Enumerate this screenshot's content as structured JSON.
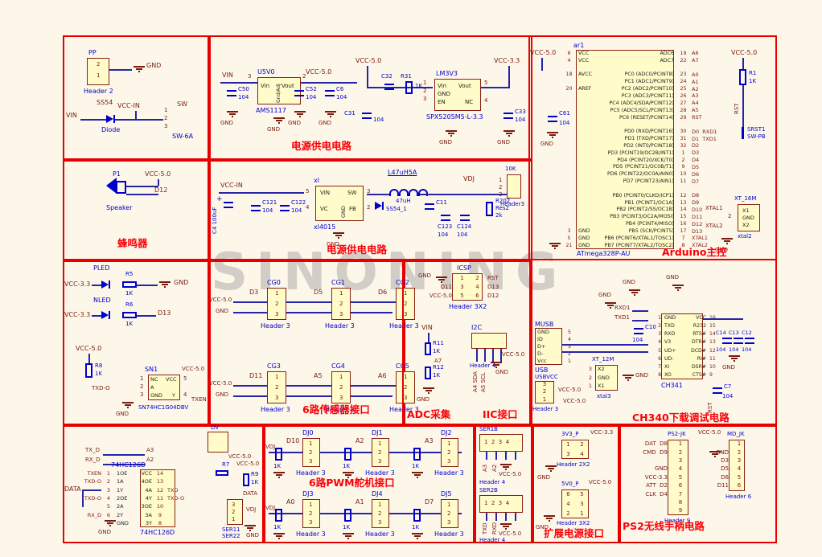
{
  "watermark": "SINONING",
  "shared": {
    "gnd": "GND",
    "vcc5": "VCC-5.0",
    "vcc33": "VCC-3.3",
    "vccin": "VCC-IN",
    "v104": "104",
    "k1": "1K",
    "header3": "Header 3",
    "p1": "1",
    "p2": "2",
    "p3": "3"
  },
  "power_in": {
    "ref": "PP",
    "p2": "2",
    "p1": "1",
    "foot": "Header 2",
    "diode_ref": "SS54",
    "diode_name": "Diode",
    "vin": "VIN",
    "sw": "SW",
    "sw1": "1",
    "sw2": "2",
    "sw3": "3",
    "sw_name": "SW-6A"
  },
  "power1": {
    "cap": "电源供电电路",
    "vin": "VIN",
    "u_ref": "U5V0",
    "pin3": "3",
    "pin2": "2",
    "u_vin": "Vin",
    "u_vout": "Vout",
    "u_adj": "Gnd/Adj",
    "u_part": "AMS1117",
    "c50": "C50",
    "c52": "C52",
    "c6": "C6",
    "lm_ref": "LM3V3",
    "lm_part": "SPX5205M5-L-3.3",
    "c31": "C31",
    "c32": "C32",
    "r31": "R31",
    "c33": "C33",
    "lm_rows": [
      {
        "lp": "1",
        "l": "Vin",
        "r": "Vout",
        "rp": "5"
      },
      {
        "lp": "2",
        "l": "GND",
        "r": "",
        "rp": ""
      },
      {
        "lp": "3",
        "l": "EN",
        "r": "NC",
        "rp": "4"
      }
    ]
  },
  "arduino": {
    "cap": "Arduino主控",
    "ref": "ar1",
    "part": "ATmega328P-AU",
    "c61": "C61",
    "r1": "R1",
    "rst": "RST",
    "srst": "SRST1",
    "swpb": "SW-PB",
    "xt_ref": "XT_16M",
    "xt_part": "xtal2",
    "xtal1": "XTAL1",
    "xtal2": "XTAL2",
    "xpin": "2",
    "xrows": [
      {
        "l": "X1"
      },
      {
        "l": "GND"
      },
      {
        "l": "X2"
      }
    ],
    "rows": [
      {
        "lp": "6",
        "l": "VCC",
        "r": "ADC6",
        "rp": "19",
        "rn": "A6"
      },
      {
        "lp": "4",
        "l": "VCC",
        "r": "ADC7",
        "rp": "22",
        "rn": "A7"
      },
      {
        "lp": "",
        "l": "",
        "r": "",
        "rp": "",
        "rn": ""
      },
      {
        "lp": "18",
        "l": "AVCC",
        "r": "PC0 (ADC0/PCINT8)",
        "rp": "23",
        "rn": "A0"
      },
      {
        "lp": "",
        "l": "",
        "r": "PC1 (ADC1/PCINT9)",
        "rp": "24",
        "rn": "A1"
      },
      {
        "lp": "20",
        "l": "AREF",
        "r": "PC2 (ADC2/PCINT10)",
        "rp": "25",
        "rn": "A2"
      },
      {
        "lp": "",
        "l": "",
        "r": "PC3 (ADC3/PCINT11)",
        "rp": "26",
        "rn": "A3"
      },
      {
        "lp": "",
        "l": "",
        "r": "PC4 (ADC4/SDA/PCINT12)",
        "rp": "27",
        "rn": "A4"
      },
      {
        "lp": "",
        "l": "",
        "r": "PC5 (ADC5/SCL/PCINT13)",
        "rp": "28",
        "rn": "A5"
      },
      {
        "lp": "",
        "l": "",
        "r": "PC6 (RESET/PCINT14)",
        "rp": "29",
        "rn": "RST"
      },
      {
        "lp": "",
        "l": "",
        "r": "",
        "rp": "",
        "rn": ""
      },
      {
        "lp": "",
        "l": "",
        "r": "PD0 (RXD/PCINT16)",
        "rp": "30",
        "rn": "D0  RXD1"
      },
      {
        "lp": "",
        "l": "",
        "r": "PD1 (TXD/PCINT17)",
        "rp": "31",
        "rn": "D1  TXD1"
      },
      {
        "lp": "",
        "l": "",
        "r": "PD2 (INT0/PCINT18)",
        "rp": "32",
        "rn": "D2"
      },
      {
        "lp": "",
        "l": "",
        "r": "PD3 (PCINT19/OC2B/INT1)",
        "rp": "1",
        "rn": "D3"
      },
      {
        "lp": "",
        "l": "",
        "r": "PD4 (PCINT20/XCK/T0)",
        "rp": "2",
        "rn": "D4"
      },
      {
        "lp": "",
        "l": "",
        "r": "PD5 (PCINT21/OC0B/T1)",
        "rp": "9",
        "rn": "D5"
      },
      {
        "lp": "",
        "l": "",
        "r": "PD6 (PCINT22/OC0A/AIN0)",
        "rp": "10",
        "rn": "D6"
      },
      {
        "lp": "",
        "l": "",
        "r": "PD7 (PCINT23/AIN1)",
        "rp": "11",
        "rn": "D7"
      },
      {
        "lp": "",
        "l": "",
        "r": "",
        "rp": "",
        "rn": ""
      },
      {
        "lp": "",
        "l": "",
        "r": "PB0 (PCINT0/CLKO/ICP1)",
        "rp": "12",
        "rn": "D8"
      },
      {
        "lp": "",
        "l": "",
        "r": "PB1 (PCINT1/OC1A)",
        "rp": "13",
        "rn": "D9"
      },
      {
        "lp": "",
        "l": "",
        "r": "PB2 (PCINT2/SS/OC1B)",
        "rp": "14",
        "rn": "D10"
      },
      {
        "lp": "",
        "l": "",
        "r": "PB3 (PCINT3/OC2A/MOSI)",
        "rp": "15",
        "rn": "D11"
      },
      {
        "lp": "",
        "l": "",
        "r": "PB4 (PCINT4/MISO)",
        "rp": "16",
        "rn": "D12"
      },
      {
        "lp": "3",
        "l": "GND",
        "r": "PB5 (SCK/PCINT5)",
        "rp": "17",
        "rn": "D13"
      },
      {
        "lp": "5",
        "l": "GND",
        "r": "PB6 (PCINT6/XTAL1/TOSC1)",
        "rp": "7",
        "rn": "XTAL1"
      },
      {
        "lp": "21",
        "l": "GND",
        "r": "PB7 (PCINT7/XTAL2/TOSC2)",
        "rp": "8",
        "rn": "XTAL2"
      }
    ]
  },
  "buzzer": {
    "cap": "蜂鸣器",
    "ref": "P1",
    "name": "Speaker",
    "d12": "D12"
  },
  "power2": {
    "cap": "电源供电电路",
    "c4": "C4 100uF",
    "c121": "C121",
    "c122": "C122",
    "u_ref": "xl",
    "u_part": "xl4015",
    "u_gnd": "GND",
    "rows": [
      {
        "lp": "5",
        "l": "VIN",
        "r": "SW",
        "rp": "3"
      },
      {
        "lp": "4",
        "l": "VC",
        "r": "FB",
        "rp": "2"
      }
    ],
    "l_ref": "L47uH5A",
    "l_val": "47uH",
    "d_ref": "SS54_1",
    "c11": "C11",
    "c123": "C123",
    "c124": "C124",
    "r202": "R202",
    "res2": "Res2",
    "r202v": "2k",
    "vdj": "VDJ",
    "hdr_ref": "10K",
    "hdr_foot": "Header3"
  },
  "led": {
    "pled": "PLED",
    "nled": "NLED",
    "r5": "R5",
    "r6": "R6",
    "d13": "D13",
    "r8": "R8",
    "txdo": "TXD-O",
    "txen": "TXEN",
    "sn_ref": "SN1",
    "sn_part": "SN74HC1G04DBV",
    "rows": [
      {
        "lp": "1",
        "l": "NC",
        "r": "VCC",
        "rp": "5"
      },
      {
        "lp": "2",
        "l": "A",
        "r": "",
        "rp": ""
      },
      {
        "lp": "3",
        "l": "GND",
        "r": "Y",
        "rp": "4"
      }
    ]
  },
  "sensor": {
    "cap": "6路传感器接口",
    "row1": [
      {
        "net": "D3",
        "ref": "CG0"
      },
      {
        "net": "D5",
        "ref": "CG1"
      },
      {
        "net": "D6",
        "ref": "CG2"
      }
    ],
    "row2": [
      {
        "net": "D11",
        "ref": "CG3"
      },
      {
        "net": "A5",
        "ref": "CG4"
      },
      {
        "net": "A6",
        "ref": "CG5"
      }
    ]
  },
  "adciic": {
    "adc_cap": "ADC采集",
    "iic_cap": "IIC接口",
    "icsp_ref": "ICSP",
    "icsp_foot": "Header 3X2",
    "icsp_rows": [
      {
        "ln": "",
        "a": "1",
        "b": "2",
        "rn": "RST"
      },
      {
        "ln": "D11",
        "a": "3",
        "b": "4",
        "rn": "D13"
      },
      {
        "ln": "VCC-5.0",
        "a": "5",
        "b": "6",
        "rn": "D12"
      }
    ],
    "vin": "VIN",
    "r11": "R11",
    "r12": "R12",
    "a7": "A7",
    "i2c_ref": "I2C",
    "i2c_foot": "Header 4",
    "sda": "A4 SDA",
    "scl": "A5 SCL"
  },
  "ch340": {
    "cap": "CH340下载调试电路",
    "musb": "MUSB",
    "usb": "USB",
    "musb_rows": [
      {
        "l": "GND",
        "p": "5"
      },
      {
        "l": "ID",
        "p": "4"
      },
      {
        "l": "D+",
        "p": "3"
      },
      {
        "l": "D-",
        "p": "2"
      },
      {
        "l": "Vcc",
        "p": "1"
      }
    ],
    "usbvcc": "USBVCC",
    "usbvcc_rows": [
      "3",
      "2",
      "1"
    ],
    "usbvcc_foot": "Header 3",
    "rxd1": "RXD1",
    "txd1": "TXD1",
    "c10": "C10",
    "xt_ref": "XT_12M",
    "xt_part": "xtal3",
    "xt_rows": [
      {
        "p": "3",
        "l": "X2"
      },
      {
        "p": "2",
        "l": "GND"
      },
      {
        "p": "1",
        "l": "X1"
      }
    ],
    "u_ref": "CH341",
    "u_rows": [
      {
        "lp": "1",
        "l": "GND",
        "r": "VCC",
        "rp": "16"
      },
      {
        "lp": "2",
        "l": "TXD",
        "r": "R232",
        "rp": "15"
      },
      {
        "lp": "3",
        "l": "RXD",
        "r": "RTS#",
        "rp": "14"
      },
      {
        "lp": "4",
        "l": "V3",
        "r": "DTR#",
        "rp": "13"
      },
      {
        "lp": "5",
        "l": "UD+",
        "r": "DCD#",
        "rp": "12"
      },
      {
        "lp": "6",
        "l": "UD-",
        "r": "RI#",
        "rp": "11"
      },
      {
        "lp": "7",
        "l": "XI",
        "r": "DSR#",
        "rp": "10"
      },
      {
        "lp": "8",
        "l": "XO",
        "r": "CTS#",
        "rp": "9"
      }
    ],
    "c14": "C14",
    "c13": "C13",
    "c12": "C12",
    "c7": "C7",
    "rst": "RST"
  },
  "data74": {
    "txd": "TX_D",
    "a3": "A3",
    "rxd": "RX_D",
    "a2": "A2",
    "data": "DATA",
    "u_part": "74HC126D",
    "rows": [
      {
        "ln": "TXEN",
        "lp": "1",
        "l": "1OE",
        "r": "VCC",
        "rp": "14",
        "rn": ""
      },
      {
        "ln": "TXD-O",
        "lp": "2",
        "l": "1A",
        "r": "4OE",
        "rp": "13",
        "rn": ""
      },
      {
        "ln": "",
        "lp": "3",
        "l": "1Y",
        "r": "4A",
        "rp": "12",
        "rn": "TXD"
      },
      {
        "ln": "TXD-O",
        "lp": "4",
        "l": "2OE",
        "r": "4Y",
        "rp": "11",
        "rn": "TXD-O"
      },
      {
        "ln": "",
        "lp": "5",
        "l": "2A",
        "r": "3OE",
        "rp": "10",
        "rn": ""
      },
      {
        "ln": "RX_D",
        "lp": "6",
        "l": "2Y",
        "r": "3A",
        "rp": "9",
        "rn": ""
      },
      {
        "ln": "",
        "lp": "7",
        "l": "GND",
        "r": "3Y",
        "rp": "8",
        "rn": ""
      }
    ],
    "dv": "DV",
    "r7": "R7",
    "r9": "R9",
    "vdj": "VDJ",
    "data2": "DATA",
    "ser11": "SER11",
    "ser22": "SER22",
    "ser_pins": [
      "3",
      "2",
      "1"
    ]
  },
  "pwm": {
    "cap": "6路PWM舵机接口",
    "vdj": "VDJ",
    "row1": [
      {
        "net": "D10",
        "ref": "DJ0"
      },
      {
        "net": "A2",
        "ref": "DJ1"
      },
      {
        "net": "A3",
        "ref": "DJ2"
      }
    ],
    "row2": [
      {
        "net": "A0",
        "ref": "DJ3"
      },
      {
        "net": "A1",
        "ref": "DJ4"
      },
      {
        "net": "D7",
        "ref": "DJ5"
      }
    ]
  },
  "ser": {
    "ser1b": "SER1B",
    "ser2b": "SER2B",
    "foot": "Header 4",
    "pins": "1  2  3  4",
    "a3": "A3",
    "a2": "A2",
    "txd": "TXD",
    "rxd": "RXD"
  },
  "ext": {
    "cap": "扩展电源接口",
    "p33_ref": "3V3_P",
    "p33_foot": "Header 2X2",
    "p50_ref": "5V0_P",
    "p50_foot": "Header 3X2",
    "p33_rows": [
      {
        "a": "1",
        "b": "2"
      },
      {
        "a": "3",
        "b": "4"
      }
    ],
    "p50_rows": [
      {
        "a": "6",
        "b": "5"
      },
      {
        "a": "4",
        "b": "3"
      },
      {
        "a": "2",
        "b": "1"
      }
    ]
  },
  "ps2": {
    "cap": "PS2无线手柄电路",
    "jk_ref": "PS2-JK",
    "jk_foot": "Header 9",
    "jk_rows": [
      {
        "net": "DAT  D8",
        "p": "1"
      },
      {
        "net": "CMD  D9",
        "p": "2"
      },
      {
        "net": "",
        "p": "3"
      },
      {
        "net": "GND",
        "p": "4"
      },
      {
        "net": "VCC-3.3",
        "p": "5"
      },
      {
        "net": "ATT  D2",
        "p": "6"
      },
      {
        "net": "CLK  D4",
        "p": "7"
      },
      {
        "net": "",
        "p": "8"
      },
      {
        "net": "",
        "p": "9"
      }
    ],
    "md_ref": "MD_JK",
    "md_foot": "Header 6",
    "md_rows": [
      {
        "net": "",
        "p": "1"
      },
      {
        "net": "GND",
        "p": "2"
      },
      {
        "net": "D3",
        "p": "3"
      },
      {
        "net": "D5",
        "p": "4"
      },
      {
        "net": "D6",
        "p": "5"
      },
      {
        "net": "D11",
        "p": "6"
      }
    ]
  }
}
